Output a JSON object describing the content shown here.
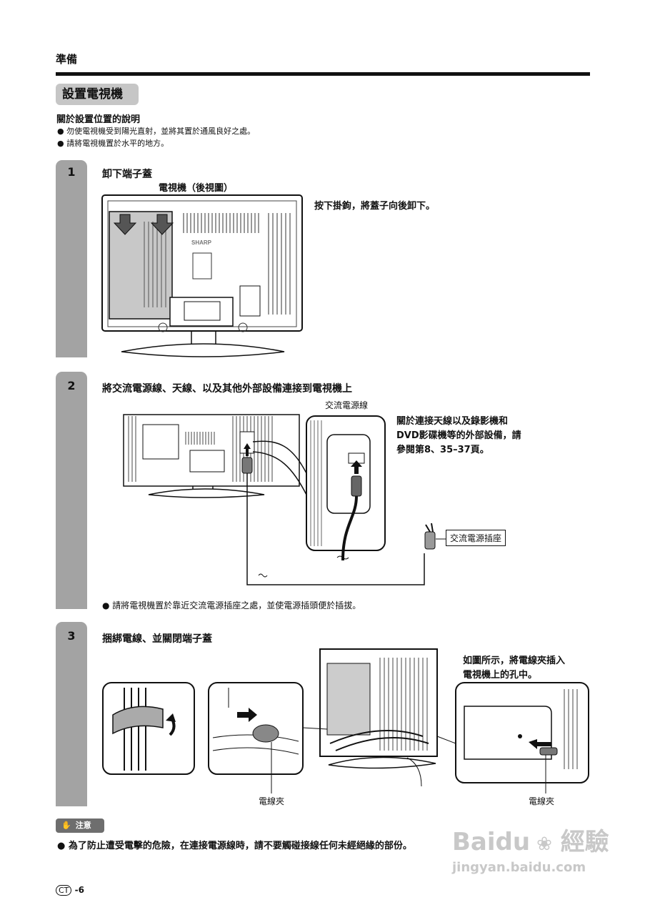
{
  "header": {
    "section": "準備"
  },
  "section_tab": {
    "title": "設置電視機"
  },
  "placement": {
    "heading": "關於設置位置的說明",
    "bullets": [
      "勿使電視機受到陽光直射，並將其置於通風良好之處。",
      "請將電視機置於水平的地方。"
    ]
  },
  "steps": [
    {
      "number": "1",
      "title": "卸下端子蓋",
      "figure_caption": "電視機（後視圖）",
      "brand_label": "SHARP",
      "instruction": "按下掛鉤，將蓋子向後卸下。"
    },
    {
      "number": "2",
      "title": "將交流電源線、天線、以及其他外部設備連接到電視機上",
      "cord_label": "交流電源線",
      "outlet_label": "交流電源插座",
      "info_lines": [
        "關於連接天線以及錄影機和",
        "DVD影碟機等的外部設備，請",
        "參閱第8、35–37頁。"
      ],
      "bullet": "請將電視機置於靠近交流電源插座之處，並使電源插頭便於插拔。"
    },
    {
      "number": "3",
      "title": "捆綁電線、並關閉端子蓋",
      "instruction_lines": [
        "如圖所示，將電線夾插入",
        "電視機上的孔中。"
      ],
      "clamp_label_left": "電線夾",
      "clamp_label_right": "電線夾"
    }
  ],
  "caution": {
    "tag": "注意",
    "text": "為了防止遭受電擊的危險，在連接電源線時，請不要觸碰接線任何未經絕緣的部份。"
  },
  "footer": {
    "region_code": "CT",
    "page": "-6"
  },
  "watermark": {
    "brand": "Baidu",
    "product": "經驗",
    "url": "jingyan.baidu.com"
  }
}
